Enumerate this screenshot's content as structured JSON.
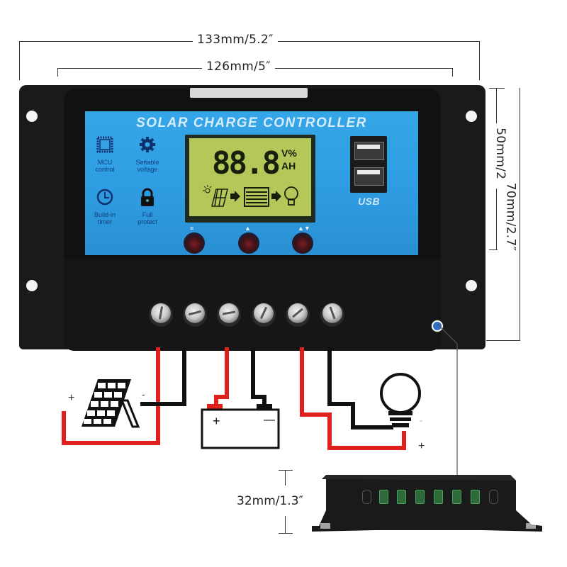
{
  "product": {
    "panel_title": "SOLAR CHARGE CONTROLLER",
    "lcd": {
      "digits": "88.8",
      "units_top": "V%",
      "units_bottom": "AH",
      "flow_icons": [
        "sun-icon",
        "solar-panel-icon",
        "arrow-right-icon",
        "battery-icon",
        "arrow-right-icon",
        "bulb-icon"
      ]
    },
    "features": [
      {
        "icon": "chip-icon",
        "label_line1": "MCU",
        "label_line2": "control"
      },
      {
        "icon": "gear-icon",
        "label_line1": "Settable",
        "label_line2": "voltage"
      },
      {
        "icon": "clock-icon",
        "label_line1": "Build-in",
        "label_line2": "timer"
      },
      {
        "icon": "lock-icon",
        "label_line1": "Full",
        "label_line2": "protect"
      }
    ],
    "usb_label": "USB",
    "buttons": [
      {
        "symbol": "≡",
        "name": "menu-button"
      },
      {
        "symbol": "▲",
        "name": "up-button"
      },
      {
        "symbol": "▲▼",
        "name": "down-button"
      }
    ],
    "terminal_count": 6
  },
  "dimensions": {
    "overall_width": "133mm/5.2″",
    "inner_width": "126mm/5″",
    "inner_height": "50mm/2″",
    "overall_height": "70mm/2.7″",
    "depth": "32mm/1.3″"
  },
  "wiring": {
    "solar_plus": "+",
    "solar_minus": "-",
    "battery_plus": "+",
    "battery_minus": "—",
    "load_plus": "+",
    "load_minus": "-"
  },
  "colors": {
    "panel_blue": "#2e9be0",
    "case_black": "#1a1a1c",
    "lcd_green": "#b6c75a",
    "wire_red": "#e0201c",
    "wire_black": "#111111",
    "callout_blue": "#2f6fc3"
  }
}
